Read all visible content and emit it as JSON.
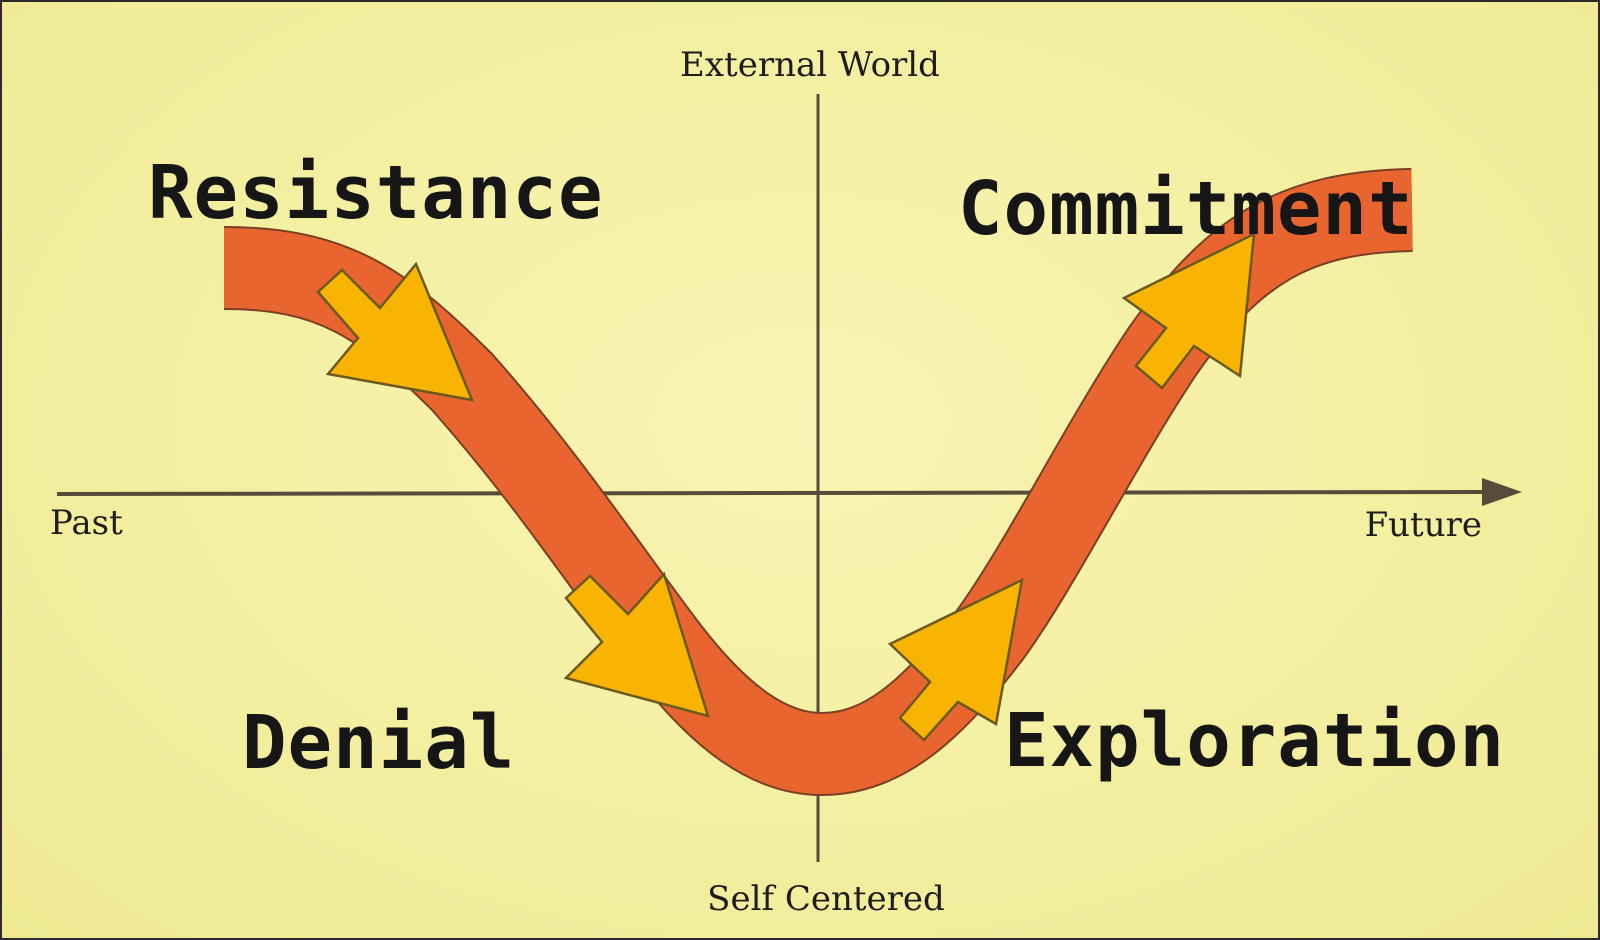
{
  "axes": {
    "top": "External World",
    "bottom": "Self Centered",
    "left": "Past",
    "right": "Future"
  },
  "stages": [
    {
      "name": "Resistance"
    },
    {
      "name": "Denial"
    },
    {
      "name": "Exploration"
    },
    {
      "name": "Commitment"
    }
  ],
  "colors": {
    "background": "#f4f0a8",
    "band_fill": "#e96530",
    "band_stroke": "#7a3f24",
    "arrow_fill": "#f8b400",
    "arrow_stroke": "#6b5a20",
    "axis": "#5a4a3a"
  }
}
